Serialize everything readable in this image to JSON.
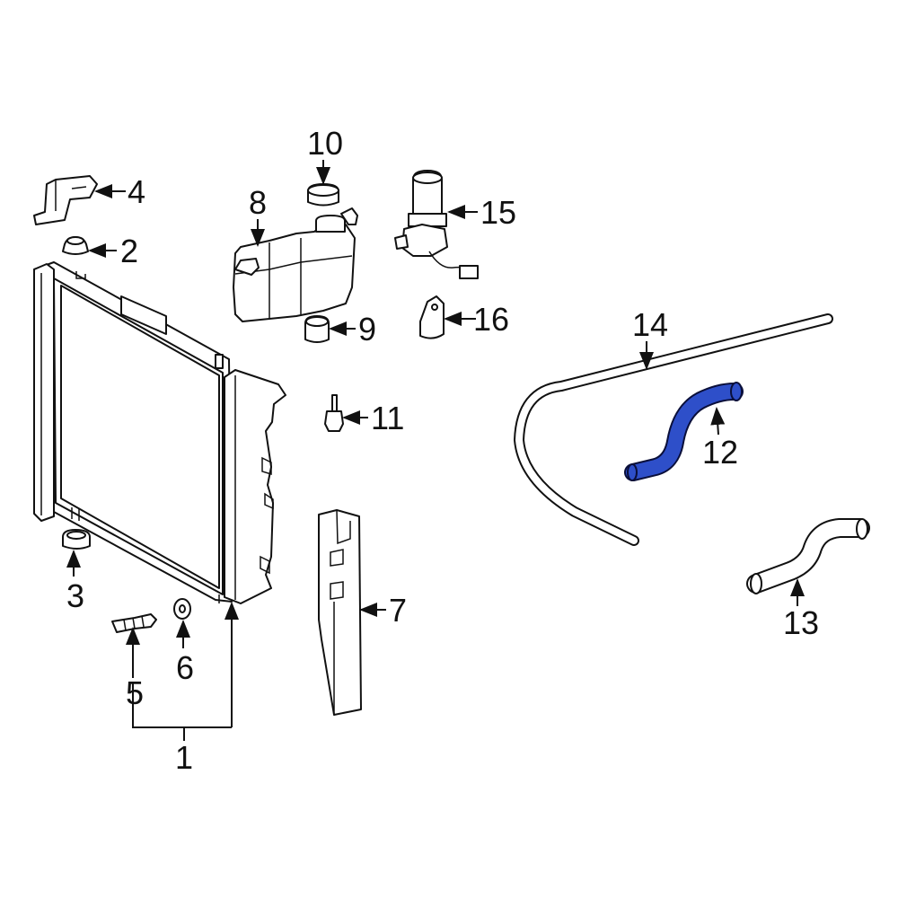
{
  "diagram": {
    "highlight_color": "#2e4fc9",
    "labels": {
      "p1": "1",
      "p2": "2",
      "p3": "3",
      "p4": "4",
      "p5": "5",
      "p6": "6",
      "p7": "7",
      "p8": "8",
      "p9": "9",
      "p10": "10",
      "p11": "11",
      "p12": "12",
      "p13": "13",
      "p14": "14",
      "p15": "15",
      "p16": "16"
    },
    "highlighted_part": "12"
  }
}
